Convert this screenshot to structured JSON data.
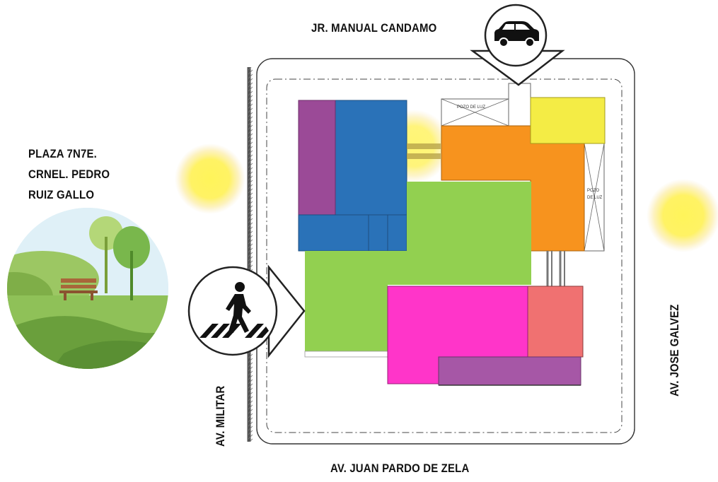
{
  "streets": {
    "top": "JR. MANUAL CANDAMO",
    "bottom": "AV. JUAN PARDO DE ZELA",
    "left": "AV. MILITAR",
    "right": "AV. JOSE GALVEZ"
  },
  "plaza": {
    "line1": "PLAZA 7N7E.",
    "line2": "CRNEL. PEDRO",
    "line3": "RUIZ GALLO"
  },
  "plan_labels": {
    "light_well_top": "POZO DE LUZ",
    "light_well_right_1": "POZO",
    "light_well_right_2": "DE LUZ"
  },
  "icons": {
    "vehicle_access": "car-icon",
    "pedestrian_access": "pedestrian-crossing-icon",
    "park": "park-bench-icon",
    "sun": "sun-glow-icon"
  },
  "colors": {
    "purple": "#9b4a97",
    "blue": "#2a72b8",
    "orange": "#f7931e",
    "yellow": "#f4ec45",
    "green": "#92d050",
    "magenta": "#ff35c9",
    "salmon": "#f07171",
    "violet": "#a657a6"
  }
}
